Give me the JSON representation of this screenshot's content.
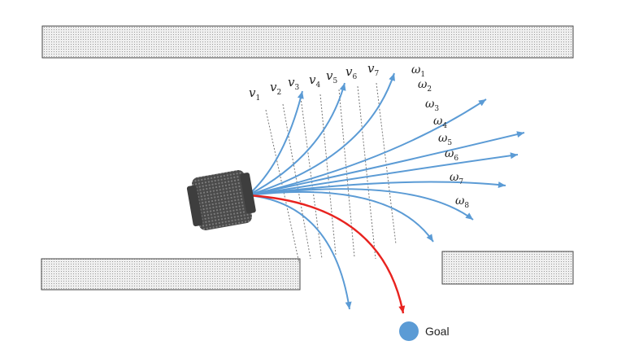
{
  "colors": {
    "trajectory": "#5b9bd5",
    "goal_trajectory": "#e8231f",
    "goal_marker": "#5b9bd5",
    "wall_fill": "#e6e6e6",
    "wall_stroke": "#444444",
    "robot": "#5a5a5a"
  },
  "icons": {
    "robot": "robot-icon",
    "goal": "goal-marker-icon"
  },
  "velocity_labels": [
    {
      "symbol": "v",
      "index": "1"
    },
    {
      "symbol": "v",
      "index": "2"
    },
    {
      "symbol": "v",
      "index": "3"
    },
    {
      "symbol": "v",
      "index": "4"
    },
    {
      "symbol": "v",
      "index": "5"
    },
    {
      "symbol": "v",
      "index": "6"
    },
    {
      "symbol": "v",
      "index": "7"
    }
  ],
  "angular_labels": [
    {
      "symbol": "ω",
      "index": "1"
    },
    {
      "symbol": "ω",
      "index": "2"
    },
    {
      "symbol": "ω",
      "index": "3"
    },
    {
      "symbol": "ω",
      "index": "4"
    },
    {
      "symbol": "ω",
      "index": "5"
    },
    {
      "symbol": "ω",
      "index": "6"
    },
    {
      "symbol": "ω",
      "index": "7"
    },
    {
      "symbol": "ω",
      "index": "8"
    }
  ],
  "goal": {
    "label": "Goal"
  }
}
